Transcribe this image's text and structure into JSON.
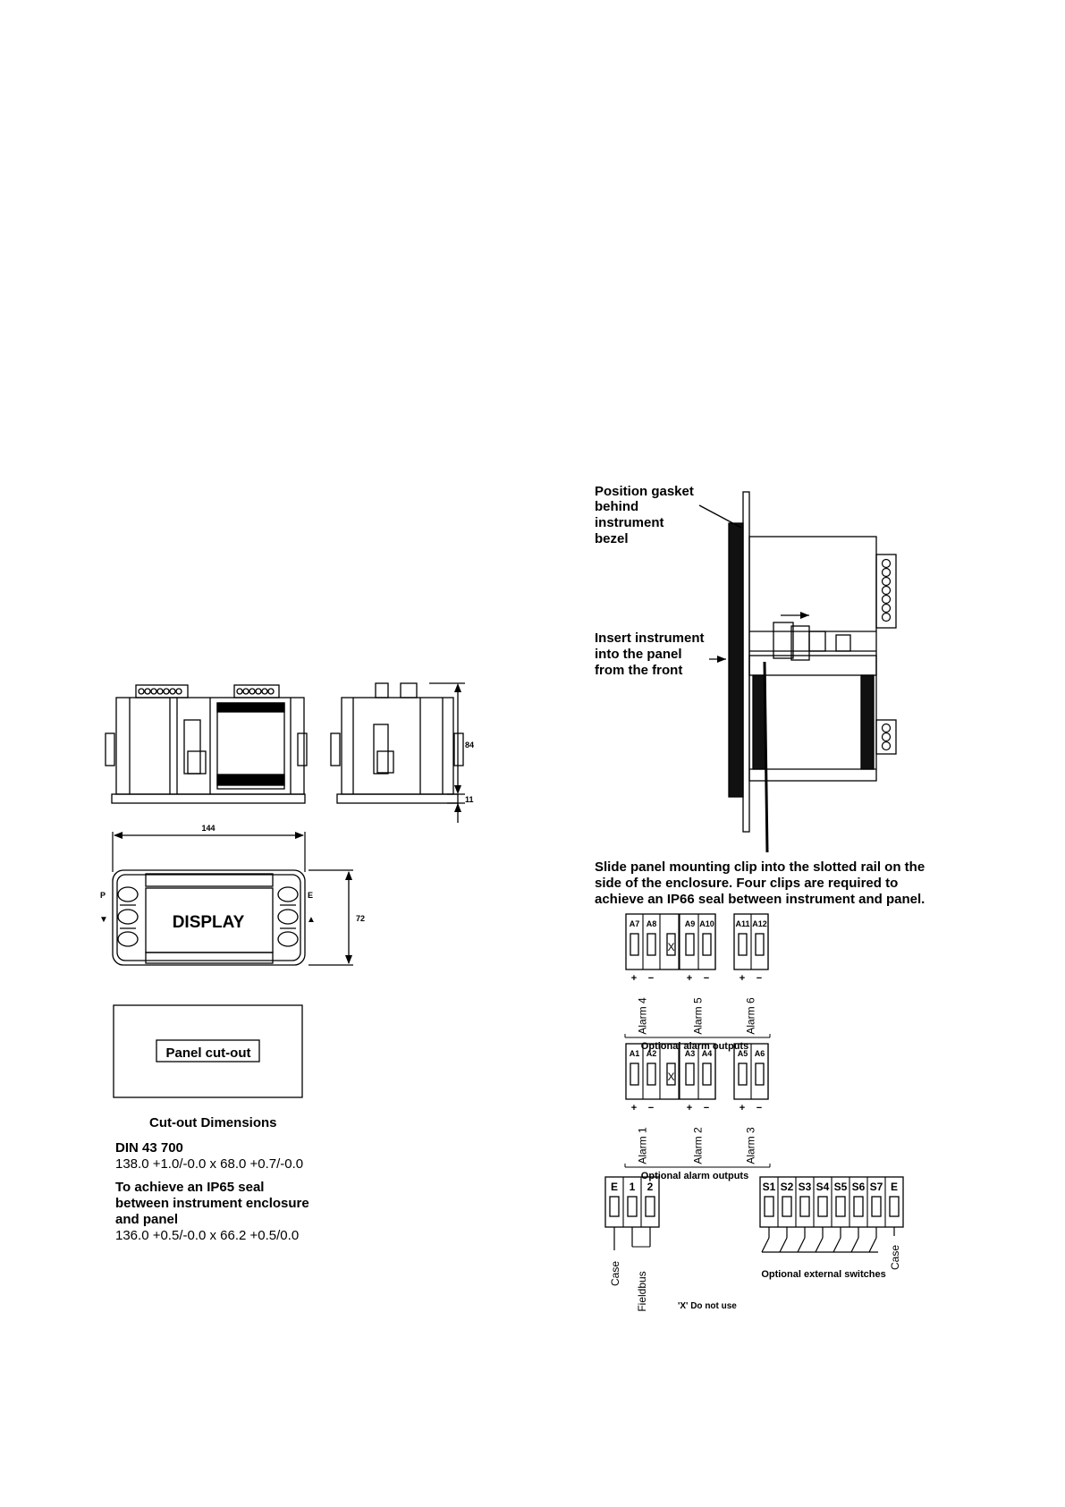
{
  "dimensions": {
    "height_84": "84",
    "height_11": "11",
    "width_144": "144",
    "height_72": "72"
  },
  "front_panel": {
    "display_label": "DISPLAY",
    "key_p": "P",
    "key_down": "▼",
    "key_e": "E",
    "key_up": "▲"
  },
  "cutout": {
    "box_label": "Panel cut-out",
    "title": "Cut-out Dimensions",
    "din_label": "DIN 43 700",
    "din_value": "138.0 +1.0/-0.0 x 68.0 +0.7/-0.0",
    "ip65_line1": "To achieve an IP65 seal",
    "ip65_line2": "between instrument enclosure",
    "ip65_line3": "and panel",
    "ip65_value": "136.0 +0.5/-0.0 x 66.2 +0.5/0.0"
  },
  "side_view": {
    "gasket_line1": "Position gasket",
    "gasket_line2": "behind",
    "gasket_line3": "instrument",
    "gasket_line4": "bezel",
    "insert_line1": "Insert instrument",
    "insert_line2": "into the panel",
    "insert_line3": "from the front",
    "clip_line1": "Slide panel mounting clip into the slotted rail on the",
    "clip_line2": "side of the enclosure. Four clips are required to",
    "clip_line3": "achieve an IP66 seal between instrument and panel."
  },
  "alarms_top": {
    "terminals": [
      "A7",
      "A8",
      "",
      "A9",
      "A10",
      "A11",
      "A12"
    ],
    "x_mark": "X",
    "labels": [
      "Alarm 4",
      "Alarm 5",
      "Alarm 6"
    ],
    "plus": "+",
    "minus": "−",
    "caption": "Optional alarm outputs"
  },
  "alarms_bottom": {
    "terminals": [
      "A1",
      "A2",
      "",
      "A3",
      "A4",
      "A5",
      "A6"
    ],
    "x_mark": "X",
    "labels": [
      "Alarm 1",
      "Alarm 2",
      "Alarm 3"
    ],
    "plus": "+",
    "minus": "−",
    "caption": "Optional alarm outputs"
  },
  "fieldbus": {
    "terminals": [
      "E",
      "1",
      "2"
    ],
    "case_label": "Case",
    "fieldbus_label": "Fieldbus"
  },
  "switches": {
    "terminals": [
      "S1",
      "S2",
      "S3",
      "S4",
      "S5",
      "S6",
      "S7",
      "E"
    ],
    "caption": "Optional external switches",
    "case_label": "Case"
  },
  "footnote": "'X'  Do not use"
}
